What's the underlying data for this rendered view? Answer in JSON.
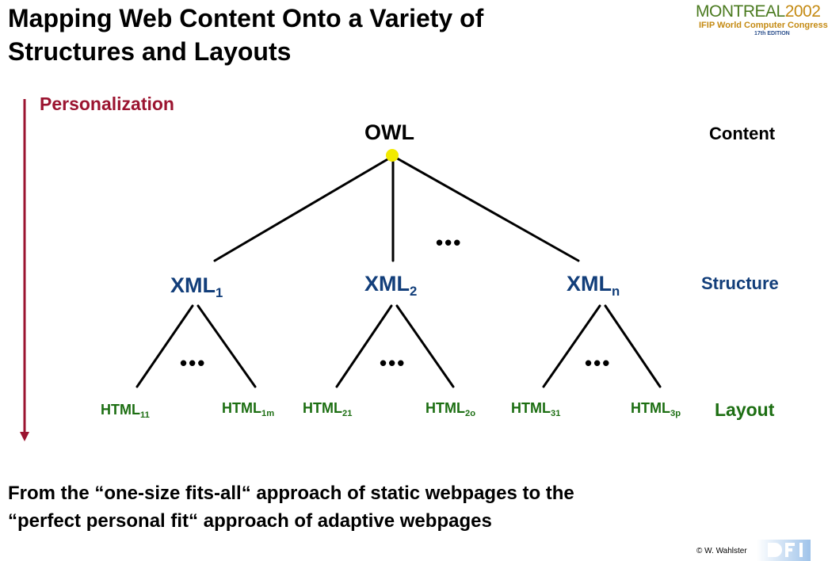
{
  "slide": {
    "title_line1": "Mapping Web Content Onto a Variety of",
    "title_line2": "Structures and Layouts",
    "personalization_label": "Personalization",
    "footer_line1": "From the “one-size fits-all“ approach of static webpages to the",
    "footer_line2": "“perfect personal fit“ approach of adaptive webpages",
    "copyright": "© W. Wahlster"
  },
  "logo": {
    "main": "MONTREAL",
    "year": "2002",
    "subtitle": "IFIP World Computer Congress",
    "edition": "17th EDITION"
  },
  "levels": {
    "content": "Content",
    "structure": "Structure",
    "layout": "Layout"
  },
  "tree": {
    "root": {
      "label": "OWL"
    },
    "root_ellipsis": "•••",
    "structures": [
      {
        "base": "XML",
        "sub": "1"
      },
      {
        "base": "XML",
        "sub": "2"
      },
      {
        "base": "XML",
        "sub": "n"
      }
    ],
    "layout_ellipsis": [
      "•••",
      "•••",
      "•••"
    ],
    "layouts": [
      {
        "base": "HTML",
        "sub": "11"
      },
      {
        "base": "HTML",
        "sub": "1m"
      },
      {
        "base": "HTML",
        "sub": "21"
      },
      {
        "base": "HTML",
        "sub": "2o"
      },
      {
        "base": "HTML",
        "sub": "31"
      },
      {
        "base": "HTML",
        "sub": "3p"
      }
    ]
  },
  "colors": {
    "personalization_arrow": "#9b1430",
    "root_dot": "#f2ea00",
    "structure_text": "#123e7a",
    "layout_text": "#1c6e12"
  }
}
